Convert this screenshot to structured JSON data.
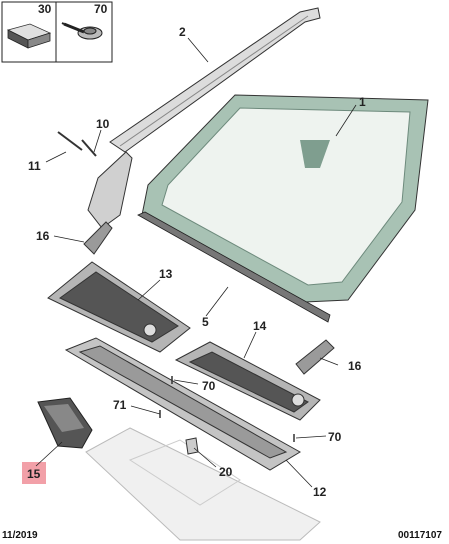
{
  "legend": {
    "items": [
      {
        "code": "30",
        "icon": "foam-block-icon"
      },
      {
        "code": "70",
        "icon": "screw-icon"
      }
    ]
  },
  "callouts": {
    "c1": "1",
    "c2": "2",
    "c5": "5",
    "c10": "10",
    "c11": "11",
    "c12": "12",
    "c13": "13",
    "c14": "14",
    "c15": "15",
    "c16a": "16",
    "c16b": "16",
    "c20": "20",
    "c70a": "70",
    "c70b": "70",
    "c71": "71"
  },
  "highlight_color": "#f2a0a8",
  "footer": {
    "date": "11/2019",
    "ref": "00117107"
  }
}
